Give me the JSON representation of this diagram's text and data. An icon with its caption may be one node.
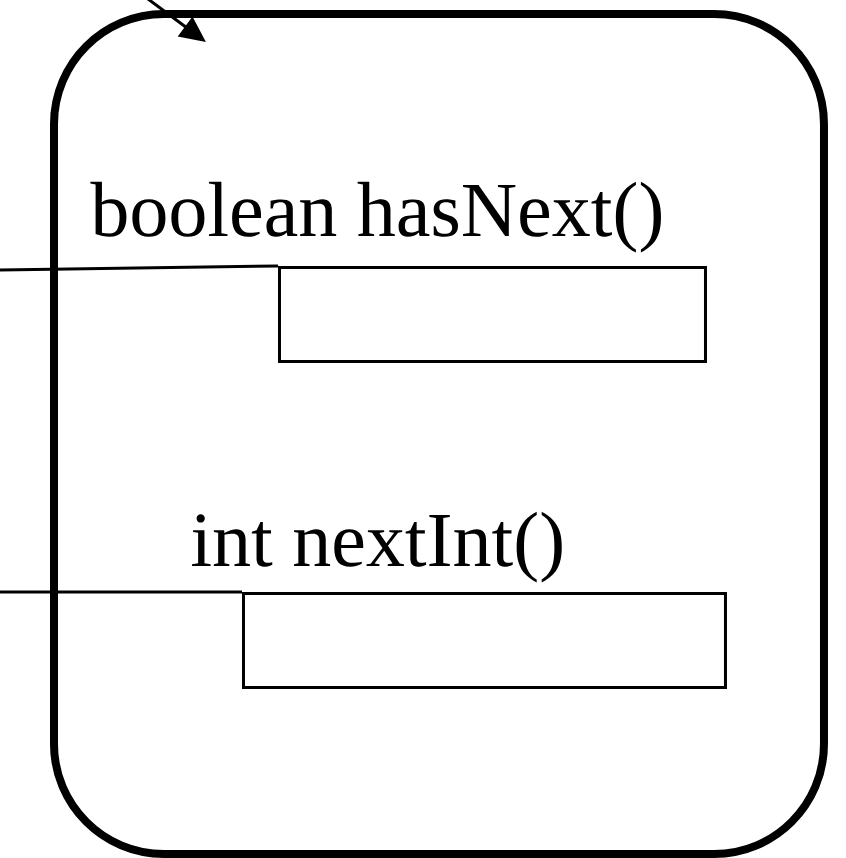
{
  "diagram": {
    "nodes": [
      {
        "text": [],
        "shape": "box"
      },
      {
        "text": [
          "boolean hasNext()"
        ],
        "in": 0
      },
      {
        "text": [
          "int nextInt()"
        ],
        "in": 0
      }
    ],
    "edges": [
      {
        "from": null,
        "to": 0,
        "arrow": "to"
      },
      {
        "from": null,
        "to": 1,
        "arrow": "none"
      },
      {
        "from": null,
        "to": 2,
        "arrow": "none"
      }
    ]
  }
}
